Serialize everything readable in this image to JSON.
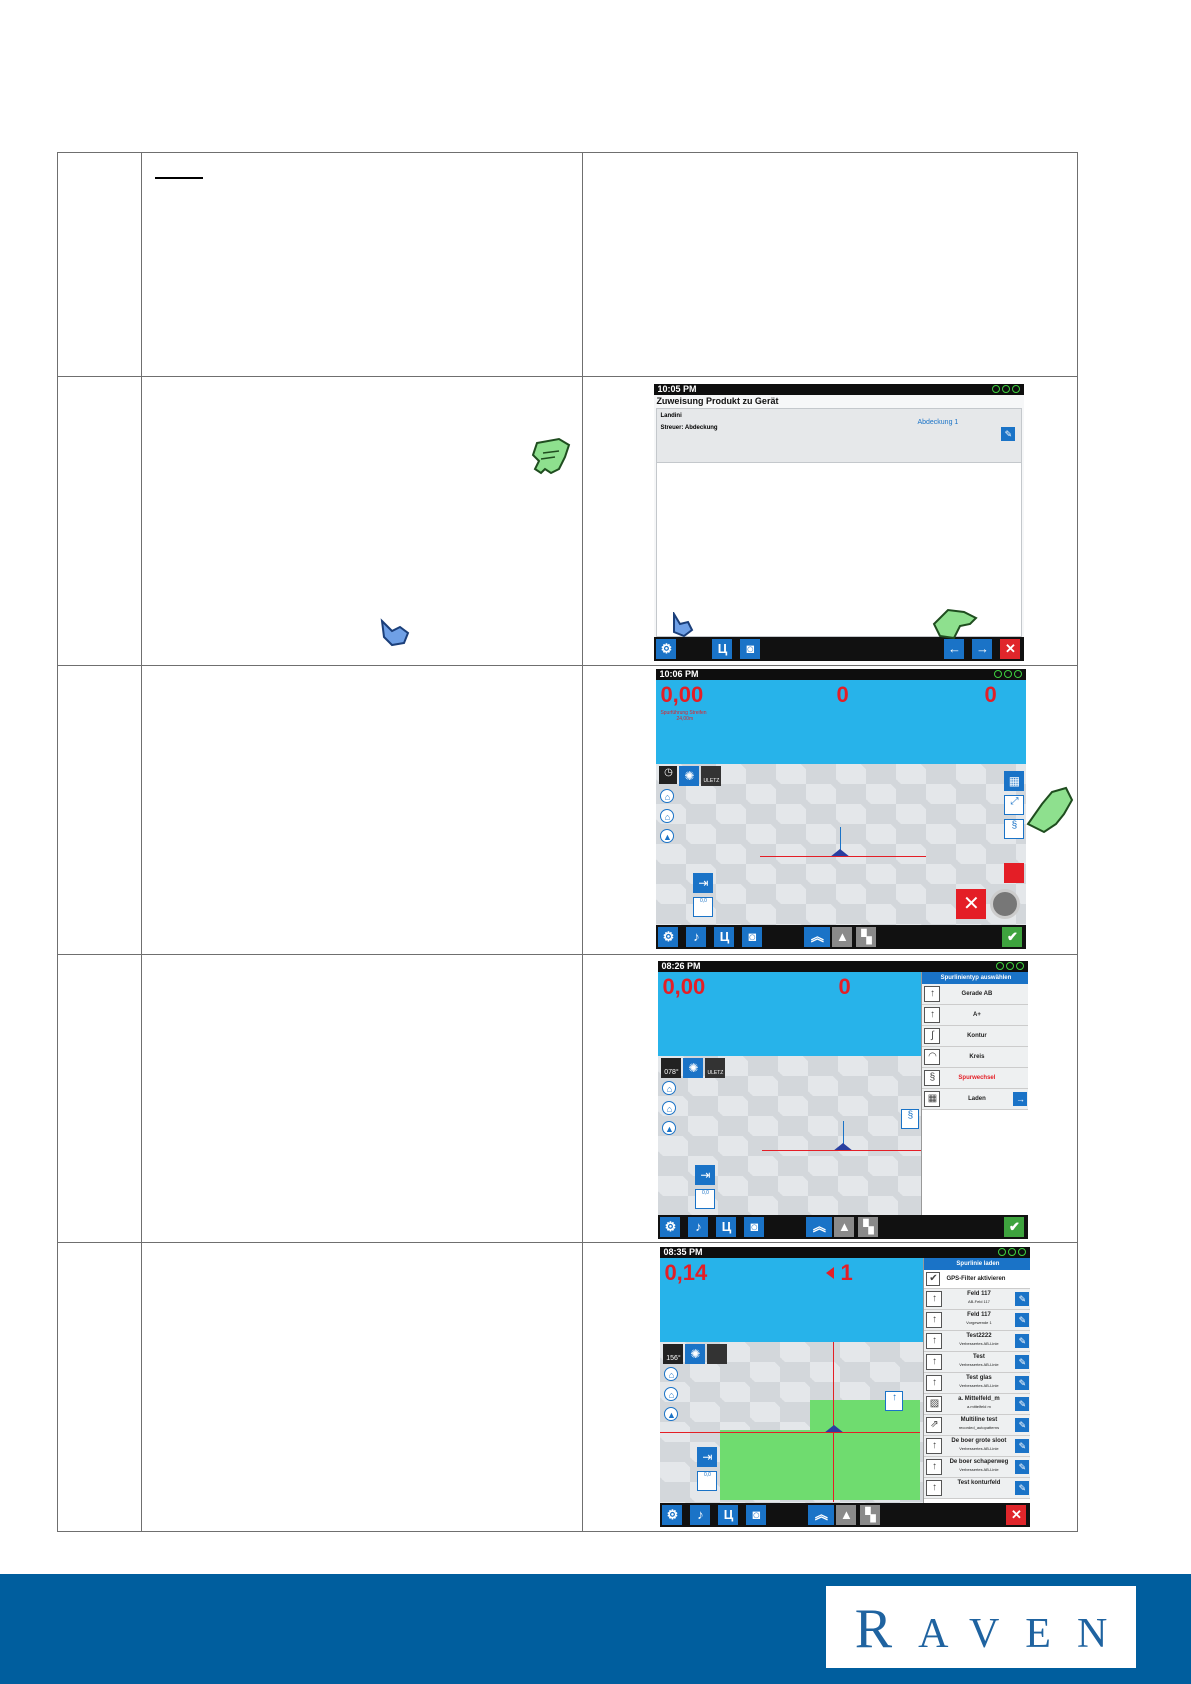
{
  "shot1": {
    "clock": "10:05 PM",
    "title": "Zuweisung Produkt zu Gerät",
    "line1": "Landini",
    "line2": "Streuer: Abdeckung",
    "value": "Abdeckung 1"
  },
  "shot2": {
    "clock": "10:06 PM",
    "num_left": "0,00",
    "num_mid": "0",
    "num_right": "0",
    "red_small": "Spurführung Streifen",
    "red_small2": "24,00m",
    "label_uletz": "ULETZ",
    "width_label": "0,0"
  },
  "shot3": {
    "clock": "08:26 PM",
    "num_left": "0,00",
    "num_mid": "0",
    "heading": "078°",
    "label_uletz": "ULETZ",
    "width_label": "0,0",
    "panel_title": "Spurlinientyp auswählen",
    "rows": [
      "Gerade AB",
      "A+",
      "Kontur",
      "Kreis",
      "Spurwechsel",
      "Laden"
    ]
  },
  "shot4": {
    "clock": "08:35 PM",
    "num_left": "0,14",
    "num_mid": "1",
    "heading": "156°",
    "width_label": "0,0",
    "panel_title": "Spurlinie laden",
    "filter_label": "GPS-Filter aktivieren",
    "rows": [
      {
        "name": "Feld 117",
        "sub": "AB-Feld 117"
      },
      {
        "name": "Feld 117",
        "sub": "Vorgewende 1"
      },
      {
        "name": "Test2222",
        "sub": "Verbessertes AB-Linie"
      },
      {
        "name": "Test",
        "sub": "Verbessertes AB-Linie"
      },
      {
        "name": "Test glas",
        "sub": "Verbessertes AB-Linie"
      },
      {
        "name": "a. Mittelfeld_m",
        "sub": "a.mittelfeld m"
      },
      {
        "name": "Multiline test",
        "sub": "recorded_autopatterns"
      },
      {
        "name": "De boer grote sloot",
        "sub": "Verbessertes AB-Linie"
      },
      {
        "name": "De boer schaperweg",
        "sub": "Verbessertes AB-Linie"
      },
      {
        "name": "Test konturfeld",
        "sub": ""
      }
    ]
  },
  "footer": {
    "logo": "RAVEN",
    "logo_initial": "R",
    "logo_rest": "AVEN",
    "color": "#005e9e"
  }
}
